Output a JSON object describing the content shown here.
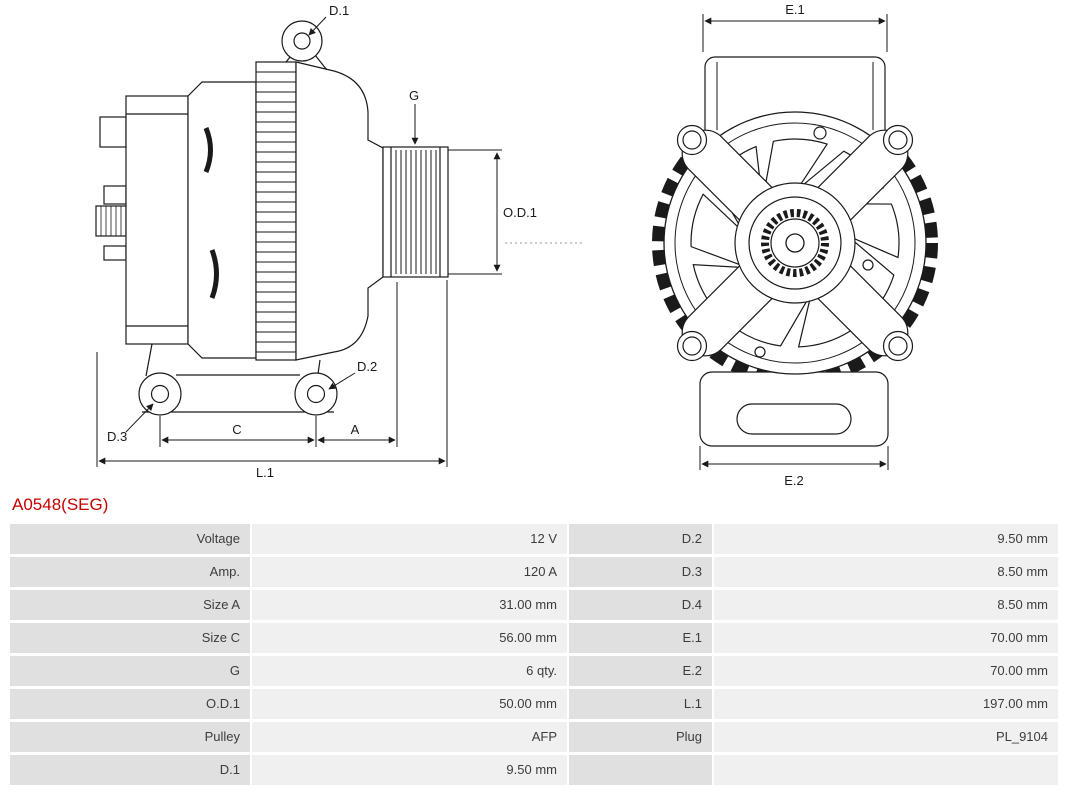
{
  "part_number": "A0548(SEG)",
  "colors": {
    "part_number": "#c40000",
    "label_cell_bg": "#e0e0e0",
    "value_cell_bg": "#f0f0f0",
    "line": "#1a1a1a"
  },
  "diagram": {
    "side": {
      "d1": "D.1",
      "g": "G",
      "od1": "O.D.1",
      "d2": "D.2",
      "d3": "D.3",
      "c": "C",
      "a": "A",
      "l1": "L.1"
    },
    "front": {
      "e1": "E.1",
      "e2": "E.2"
    }
  },
  "table": {
    "rows": [
      {
        "l1": "Voltage",
        "v1": "12 V",
        "l2": "D.2",
        "v2": "9.50 mm"
      },
      {
        "l1": "Amp.",
        "v1": "120 A",
        "l2": "D.3",
        "v2": "8.50 mm"
      },
      {
        "l1": "Size A",
        "v1": "31.00 mm",
        "l2": "D.4",
        "v2": "8.50 mm"
      },
      {
        "l1": "Size C",
        "v1": "56.00 mm",
        "l2": "E.1",
        "v2": "70.00 mm"
      },
      {
        "l1": "G",
        "v1": "6 qty.",
        "l2": "E.2",
        "v2": "70.00 mm"
      },
      {
        "l1": "O.D.1",
        "v1": "50.00 mm",
        "l2": "L.1",
        "v2": "197.00 mm"
      },
      {
        "l1": "Pulley",
        "v1": "AFP",
        "l2": "Plug",
        "v2": "PL_9104"
      },
      {
        "l1": "D.1",
        "v1": "9.50 mm",
        "l2": "",
        "v2": ""
      }
    ]
  }
}
